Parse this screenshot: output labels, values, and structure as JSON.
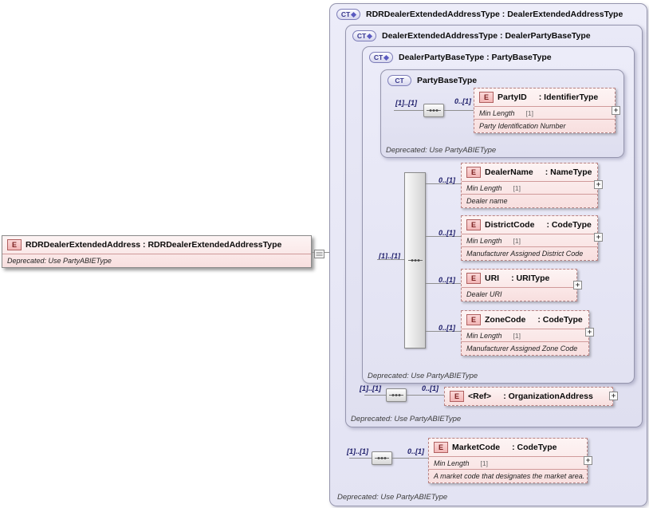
{
  "icons": {
    "element": "E",
    "complex_type": "CT"
  },
  "labels": {
    "card_1_1": "[1]..[1]",
    "card_0_1": "0..[1]",
    "plus": "+"
  },
  "root_element": {
    "title": "RDRDealerExtendedAddress : RDRDealerExtendedAddressType",
    "deprecated": "Deprecated: Use PartyABIEType"
  },
  "containers": {
    "level1": {
      "title": "RDRDealerExtendedAddressType : DealerExtendedAddressType",
      "deprecated": "Deprecated: Use PartyABIEType"
    },
    "level2": {
      "title": "DealerExtendedAddressType : DealerPartyBaseType",
      "deprecated": "Deprecated: Use PartyABIEType"
    },
    "level3": {
      "title": "DealerPartyBaseType : PartyBaseType",
      "deprecated": "Deprecated: Use PartyABIEType"
    },
    "level4": {
      "title": "PartyBaseType",
      "deprecated": "Deprecated: Use PartyABIEType"
    }
  },
  "elements": {
    "party_id": {
      "name": "PartyID",
      "type": ": IdentifierType",
      "facet_label": "Min Length",
      "facet_value": "[1]",
      "annotation": "Party Identification Number"
    },
    "dealer_name": {
      "name": "DealerName",
      "type": ": NameType",
      "facet_label": "Min Length",
      "facet_value": "[1]",
      "annotation": "Dealer name"
    },
    "district_code": {
      "name": "DistrictCode",
      "type": ": CodeType",
      "facet_label": "Min Length",
      "facet_value": "[1]",
      "annotation": "Manufacturer Assigned District Code"
    },
    "uri": {
      "name": "URI",
      "type": ": URIType",
      "annotation": "Dealer URI"
    },
    "zone_code": {
      "name": "ZoneCode",
      "type": ": CodeType",
      "facet_label": "Min Length",
      "facet_value": "[1]",
      "annotation": "Manufacturer Assigned Zone Code"
    },
    "ref": {
      "name": "<Ref>",
      "type": ": OrganizationAddress"
    },
    "market_code": {
      "name": "MarketCode",
      "type": ": CodeType",
      "facet_label": "Min Length",
      "facet_value": "[1]",
      "annotation": "A market code that designates the market area."
    }
  }
}
